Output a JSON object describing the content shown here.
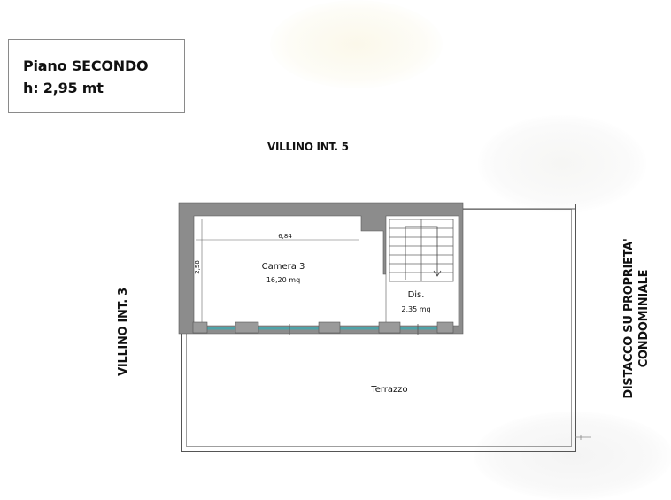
{
  "legend": {
    "floor": "Piano SECONDO",
    "height": "h: 2,95 mt"
  },
  "labels": {
    "top": "VILLINO INT. 5",
    "left": "VILLINO INT. 3",
    "right_line1": "DISTACCO SU PROPRIETA'",
    "right_line2": "CONDOMINIALE"
  },
  "rooms": {
    "camera_name": "Camera 3",
    "camera_area": "16,20 mq",
    "dis_name": "Dis.",
    "dis_area": "2,35 mq",
    "terrazzo_name": "Terrazzo"
  },
  "dimensions": {
    "width": "6,84",
    "height": "2,58"
  },
  "colors": {
    "wall": "#8c8c8c",
    "window": "#4fa3a8",
    "line": "#555555"
  }
}
